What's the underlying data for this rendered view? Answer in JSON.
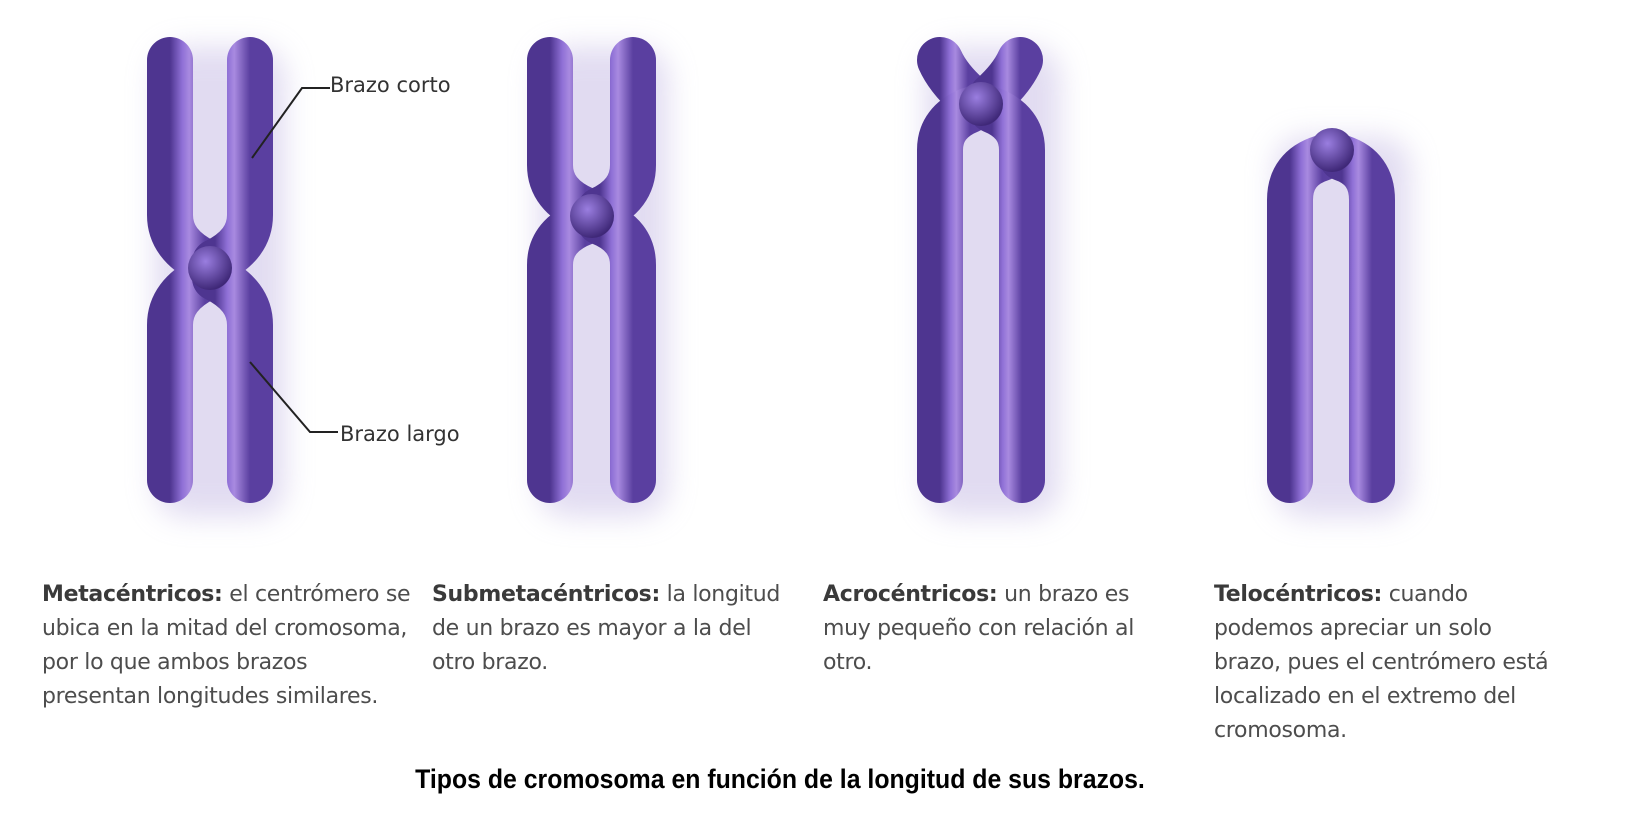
{
  "labels": {
    "short_arm": "Brazo corto",
    "long_arm": "Brazo largo"
  },
  "types": [
    {
      "term": "Metacéntricos:",
      "text": " el centrómero se ubica en la mitad del cromosoma, por lo que ambos brazos presentan longitudes similares."
    },
    {
      "term": "Submetacéntricos:",
      "text": " la longitud de un brazo es mayor a la del otro brazo."
    },
    {
      "term": "Acrocéntricos:",
      "text": " un brazo es muy pequeño con relación al otro."
    },
    {
      "term": "Telocéntricos:",
      "text": " cuando podemos apreciar un solo brazo, pues el centrómero está localizado en el extremo del cromosoma."
    }
  ],
  "caption": "Tipos de cromosoma en función de la longitud de sus brazos.",
  "colors": {
    "chromosome": "#7a5cc0",
    "chromosome_dark": "#4e3590",
    "chromosome_light": "#a88ae0",
    "shadow": "#c9bfe6"
  }
}
